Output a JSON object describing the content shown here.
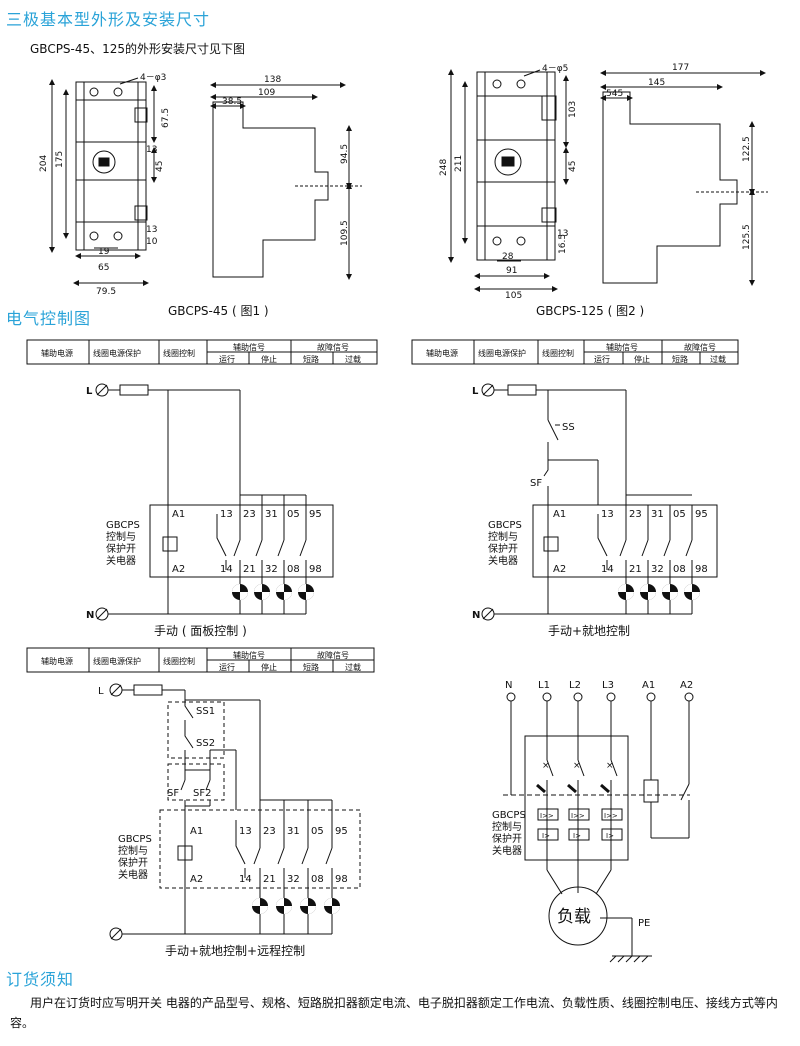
{
  "section1": {
    "title": "三极基本型外形及安装尺寸",
    "subtitle": "GBCPS-45、125的外形安装尺寸见下图",
    "fig1": "GBCPS-45 ( 图1 )",
    "fig2": "GBCPS-125 ( 图2 )"
  },
  "dims1": {
    "d4": "4－φ3",
    "d204": "204",
    "d175": "175",
    "d675": "67.5",
    "d13a": "13",
    "d45": "45",
    "d13b": "13",
    "d10": "10",
    "d19": "19",
    "d65": "65",
    "d795": "79.5",
    "d138": "138",
    "d109": "109",
    "d385": "38.5",
    "d945": "94.5",
    "d1095": "109.5"
  },
  "dims2": {
    "d4": "4－φ5",
    "d248": "248",
    "d211": "211",
    "d103": "103",
    "d45": "45",
    "d13": "13",
    "d165": "16.5",
    "d28": "28",
    "d91": "91",
    "d105": "105",
    "d177": "177",
    "d145": "145",
    "d545": "545",
    "d1225": "122.5",
    "d1255": "125.5"
  },
  "section2": {
    "title": "电气控制图"
  },
  "table": {
    "c1": "辅助电源",
    "c2": "线圈电源保护",
    "c3": "线圈控制",
    "aux": "辅助信号",
    "run": "运行",
    "stop": "停止",
    "fault": "故障信号",
    "short": "短路",
    "over": "过载"
  },
  "labels": {
    "L": "L",
    "N": "N",
    "SS": "SS",
    "SF": "SF",
    "SS1": "SS1",
    "SS2": "SS2",
    "SF1": "SF",
    "SF2": "SF2",
    "dev1": "GBCPS",
    "dev2": "控制与",
    "dev3": "保护开",
    "dev4": "关电器",
    "A1": "A1",
    "A2": "A2",
    "t13": "13",
    "t14": "14",
    "t23": "23",
    "t21": "21",
    "t31": "31",
    "t32": "32",
    "t05": "05",
    "t08": "08",
    "t95": "95",
    "t98": "98"
  },
  "captions": {
    "c1": "手动 ( 面板控制 )",
    "c2": "手动+就地控制",
    "c3": "手动+就地控制+远程控制"
  },
  "main": {
    "N": "N",
    "L1": "L1",
    "L2": "L2",
    "L3": "L3",
    "A1": "A1",
    "A2": "A2",
    "load": "负载",
    "PE": "PE",
    "i2": "I>>",
    "i1": "I>"
  },
  "section3": {
    "title": "订货须知",
    "text": "用户在订货时应写明开关 电器的产品型号、规格、短路脱扣器额定电流、电子脱扣器额定工作电流、负载性质、线圈控制电压、接线方式等内容。"
  }
}
